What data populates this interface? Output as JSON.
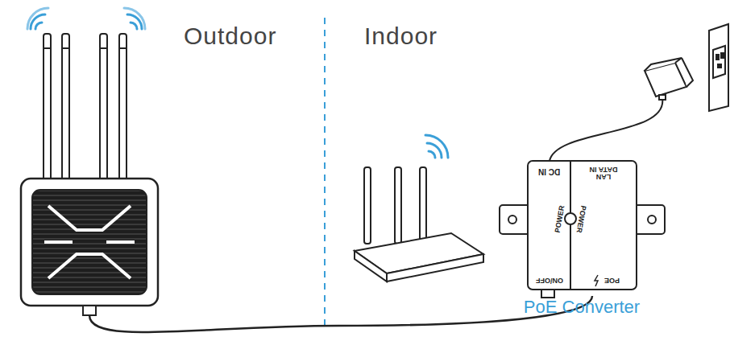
{
  "diagram": {
    "nodes": [
      {
        "text": [
          "PoE Converter",
          "DC IN",
          "LAN DATA IN",
          "POWER",
          "POWER",
          "ON/OFF",
          "POE"
        ]
      }
    ],
    "labels": [
      "Outdoor",
      "Indoor"
    ]
  }
}
